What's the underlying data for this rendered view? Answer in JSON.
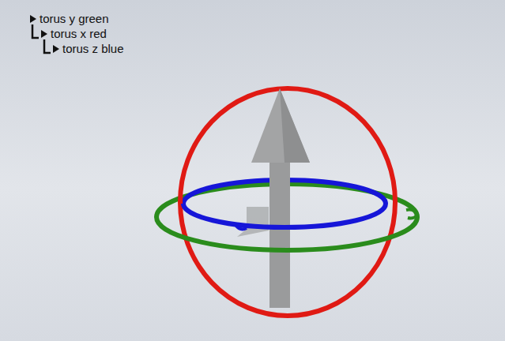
{
  "diagram": {
    "labels": [
      "torus y green",
      "torus x red",
      "torus z blue"
    ]
  }
}
